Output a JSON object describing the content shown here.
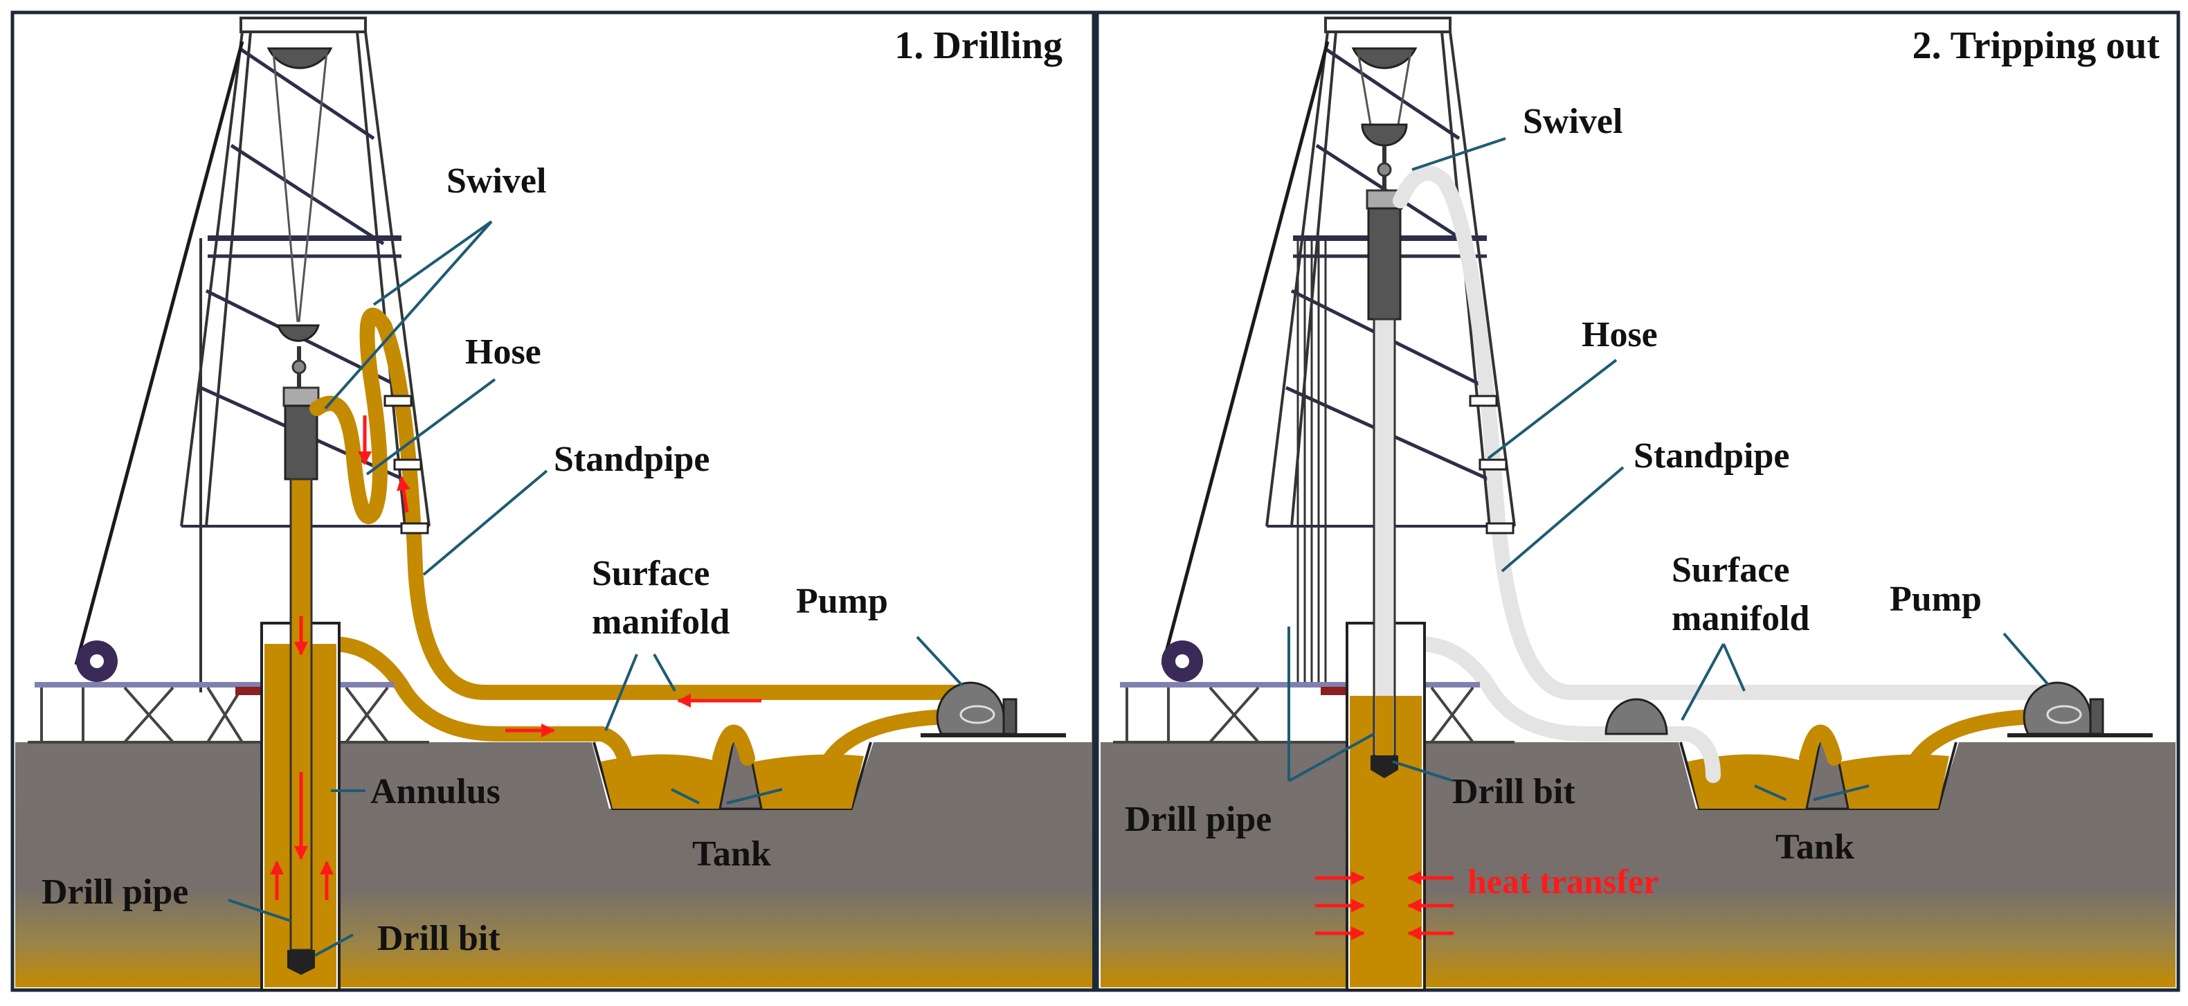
{
  "panels": [
    {
      "title": "1. Drilling",
      "labels": {
        "swivel": "Swivel",
        "hose": "Hose",
        "standpipe": "Standpipe",
        "surface_manifold_line1": "Surface",
        "surface_manifold_line2": "manifold",
        "pump": "Pump",
        "annulus": "Annulus",
        "tank": "Tank",
        "drill_pipe": "Drill pipe",
        "drill_bit": "Drill bit"
      }
    },
    {
      "title": "2. Tripping out",
      "labels": {
        "swivel": "Swivel",
        "hose": "Hose",
        "standpipe": "Standpipe",
        "surface_manifold_line1": "Surface",
        "surface_manifold_line2": "manifold",
        "pump": "Pump",
        "drill_pipe": "Drill pipe",
        "drill_bit": "Drill bit",
        "tank": "Tank",
        "heat_transfer": "heat transfer"
      }
    }
  ],
  "colors": {
    "mud": "#c48a00",
    "ground": "#76706f",
    "idle_line": "#e4e4e4",
    "flow_arrow": "#ff1a1a",
    "leader": "#1e5b73",
    "structure": "#2e2e48"
  }
}
